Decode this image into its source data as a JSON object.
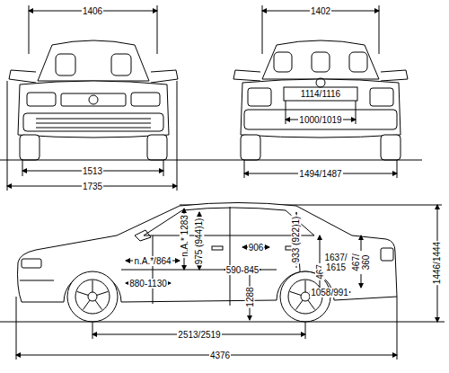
{
  "diagram": {
    "labels": [
      "1406",
      "1513",
      "1735",
      "1402",
      "1114/1116",
      "1000/1019",
      "1494/1487",
      "n.A.* 1283",
      "975 (944)1)",
      "906",
      "933 (922)1)",
      "467",
      "1637/ 1615",
      "467/ 360",
      "n.A.*/864",
      "880-1130",
      "590-845",
      "1288",
      "1058/991",
      "1446/1444",
      "2513/2519",
      "4376"
    ]
  }
}
